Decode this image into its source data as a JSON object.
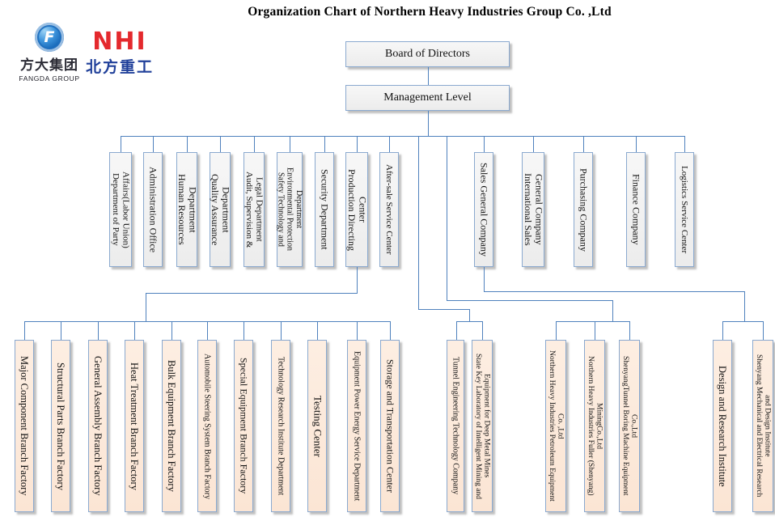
{
  "title": "Organization Chart of Northern Heavy Industries  Group Co. ,Ltd",
  "logos": {
    "fangda": {
      "symbol": "F",
      "cn": "方大集团",
      "en": "FANGDA GROUP"
    },
    "nhi": {
      "en": "NHI",
      "cn": "北方重工"
    }
  },
  "top": {
    "board": "Board of Directors",
    "management": "Management Level"
  },
  "middle": {
    "items": [
      "Department of Party\nAffairs(Labor Union)",
      "Administration Office",
      "Human Resources\nDepartment",
      "Quality Assurance\nDepartment",
      "Audit, Supervision &\nLegal Department",
      "Safety Technology and\nEnvironmental Protection\nDepartment",
      "Security Department",
      "Production Directing\nCenter",
      "After-sale Service Center",
      "Sales General Company",
      "International Sales\nGeneral Company",
      "Purchasing Company",
      "Finance Company",
      "Logistics Service Center"
    ]
  },
  "bottom": {
    "items": [
      "Major Component Branch Factory",
      "Structural Parts Branch Factory",
      "General Assembly Branch Factory",
      "Heat Treatment Branch Factory",
      "Bulk Equipment Branch Factory",
      "Automobile Steering System Branch Factory",
      "Special Equipment Branch Factory",
      "Technology Research Institute Department",
      "Testing Center",
      "Equipment Power Energy Service Department",
      "Storage and Transportation Center",
      "Tunnel Engineering Technology Company",
      "State Key Laboratory of Intelligent Mining and\nEquipment for Deep Metal Mines",
      "Northern Heavy Industries Petroleum Equipment\nCo. ,Ltd",
      "Northern Heavy Industries Fuller (Shenyang)\nMiningCo.,Ltd",
      "ShenyangTunnel Boring Machine Equipment\nCo.,Ltd",
      "Design and Research Institute",
      "Shenyang Mechanical and Electrical Research\nand Design Institute"
    ]
  },
  "colors": {
    "connector_line": "#4f81bd",
    "box_border": "#8aa9cf",
    "department_fill": "#f0f0f0",
    "factory_fill": "#fdeada",
    "nhi_red": "#e4292d",
    "nhi_blue": "#20409a"
  }
}
